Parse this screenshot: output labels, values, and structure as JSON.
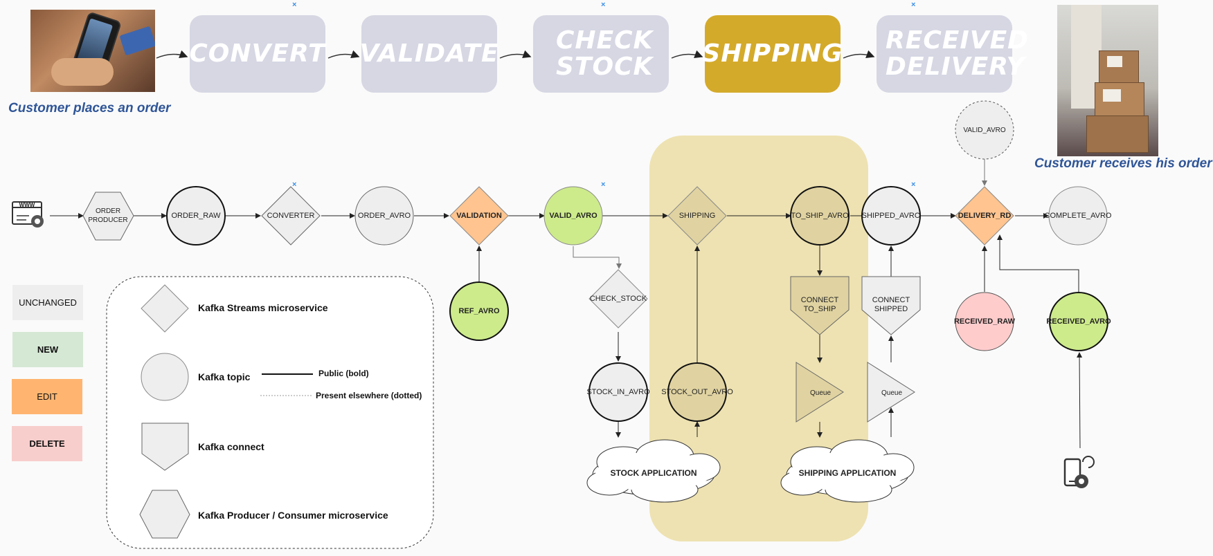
{
  "pipeline": {
    "stages": [
      {
        "label": "CONVERT",
        "state": "inactive"
      },
      {
        "label": "VALIDATE",
        "state": "inactive"
      },
      {
        "label": "CHECK STOCK",
        "state": "inactive"
      },
      {
        "label": "SHIPPING",
        "state": "active"
      },
      {
        "label": "RECEIVED DELIVERY",
        "state": "inactive"
      }
    ],
    "start_caption": "Customer places an order",
    "end_caption": "Customer receives his order"
  },
  "flow": {
    "order_producer": "ORDER PRODUCER",
    "order_raw": "ORDER_RAW",
    "converter": "CONVERTER",
    "order_avro": "ORDER_AVRO",
    "validation": "VALIDATION",
    "valid_avro": "VALID_AVRO",
    "ref_avro": "REF_AVRO",
    "check_stock": "CHECK_STOCK",
    "stock_in_avro": "STOCK_IN_AVRO",
    "stock_out_avro": "STOCK_OUT_AVRO",
    "stock_application": "STOCK APPLICATION",
    "shipping": "SHIPPING",
    "to_ship_avro": "TO_SHIP_AVRO",
    "connect_to_ship": "CONNECT TO_SHIP",
    "queue_1": "Queue",
    "shipping_application": "SHIPPING APPLICATION",
    "shipped_avro": "SHIPPED_AVRO",
    "connect_shipped": "CONNECT SHIPPED",
    "queue_2": "Queue",
    "valid_avro_ref": "VALID_AVRO",
    "delivery_rd": "DELIVERY_RD",
    "complete_avro": "COMPLETE_AVRO",
    "received_raw": "RECEIVED_RAW",
    "received_avro": "RECEIVED_AVRO",
    "web_icon_text": "WWW"
  },
  "legend": {
    "states": [
      {
        "label": "UNCHANGED",
        "color": "#eeeeee"
      },
      {
        "label": "NEW",
        "color": "#d5e8d4"
      },
      {
        "label": "EDIT",
        "color": "#ffb570"
      },
      {
        "label": "DELETE",
        "color": "#f8cecc"
      }
    ],
    "shapes": [
      {
        "label": "Kafka Streams microservice",
        "icon": "diamond"
      },
      {
        "label": "Kafka topic",
        "icon": "circle"
      },
      {
        "label": "Kafka connect",
        "icon": "pentagon"
      },
      {
        "label": "Kafka Producer / Consumer microservice",
        "icon": "hexagon"
      }
    ],
    "lines": {
      "public": "Public (bold)",
      "elsewhere": "Present elsewhere (dotted)"
    }
  },
  "colors": {
    "stage_inactive": "#d6d7e3",
    "stage_active": "#d4aa2b",
    "caption_blue": "#2f5597",
    "highlight": "#ead999",
    "node_grey": "#eeeeee",
    "node_green": "#cdeb8b",
    "node_orange": "#ffc48f",
    "node_pink": "#ffcccc"
  }
}
